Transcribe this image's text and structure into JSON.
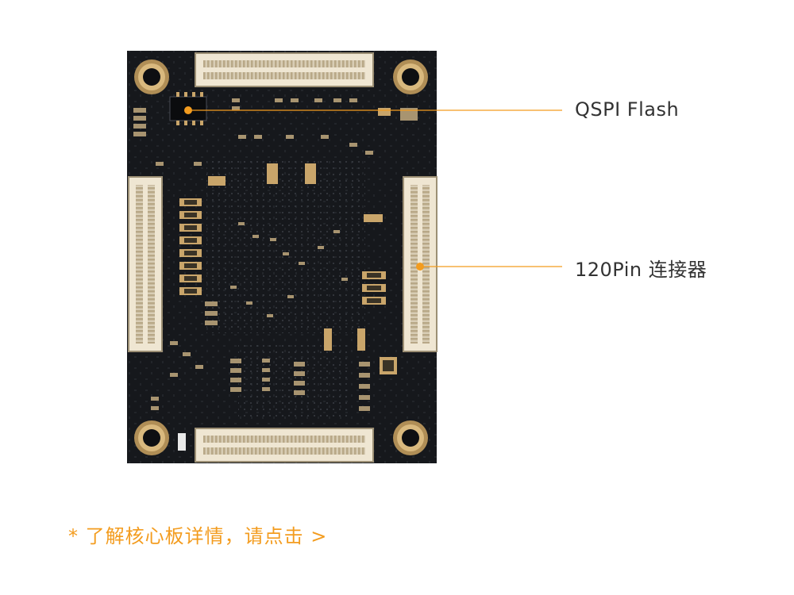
{
  "callouts": {
    "qspi_flash": "QSPI Flash",
    "connector": "120Pin 连接器"
  },
  "footer": {
    "details_link": "* 了解核心板详情，请点击 >"
  },
  "colors": {
    "accent": "#f39c1f",
    "board": "#16181c",
    "pad_gold": "#c9a56a",
    "connector_cream": "#efe6d2",
    "label_text": "#333333"
  }
}
